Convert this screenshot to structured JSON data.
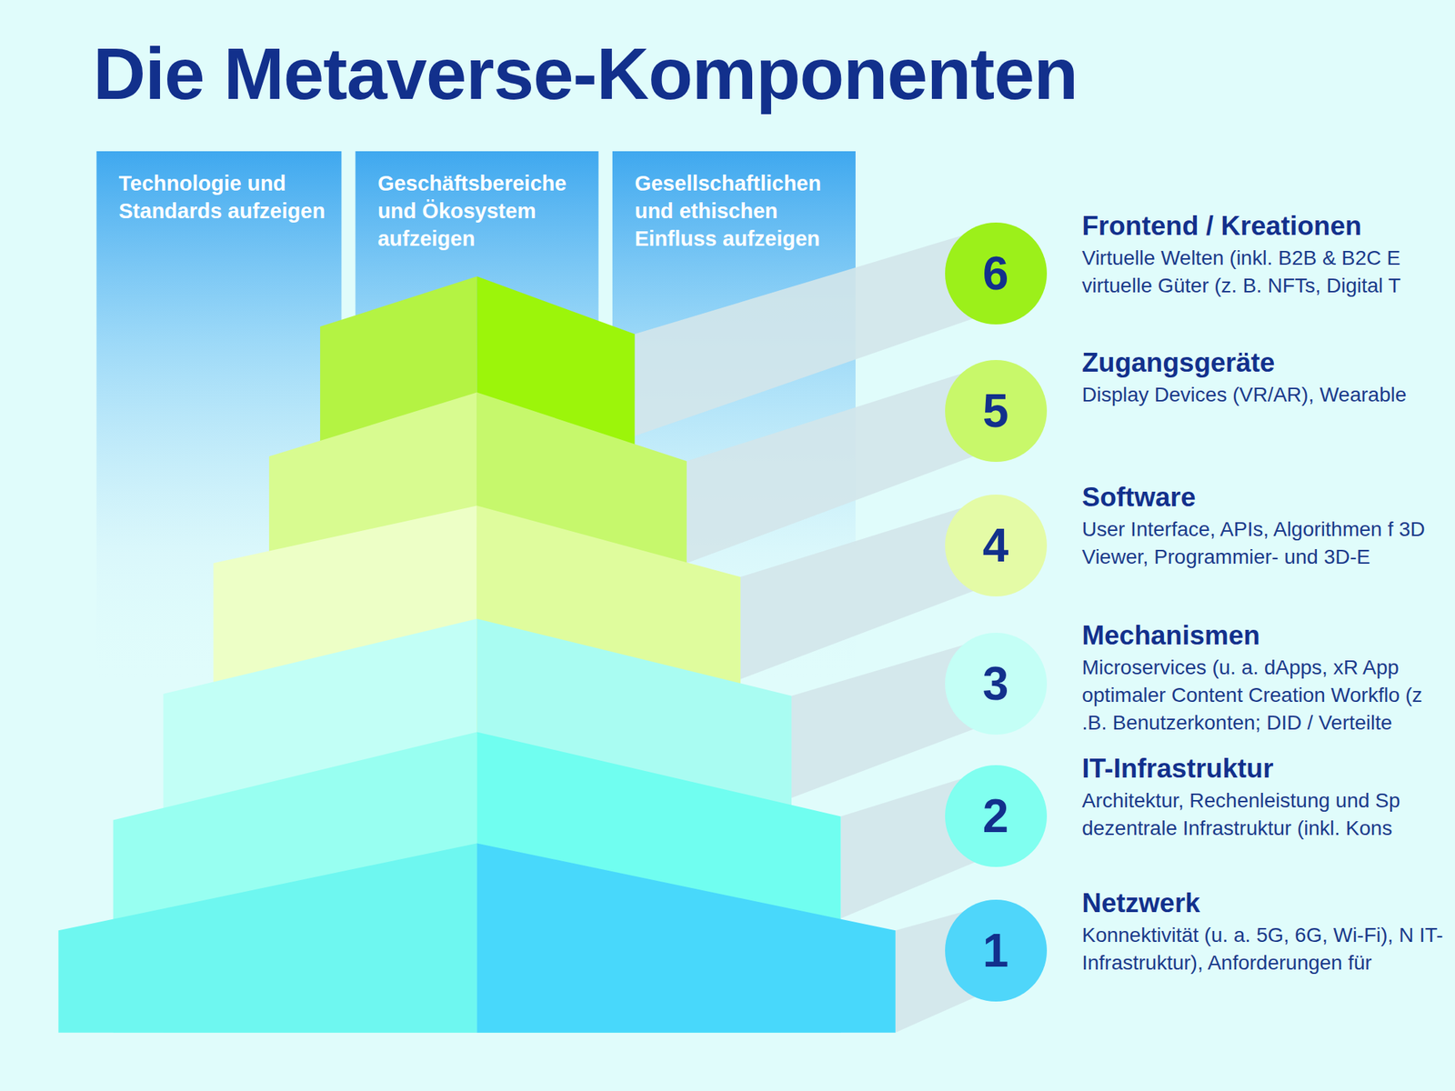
{
  "diagram": {
    "title": "Die Metaverse-Komponenten",
    "nodes": [
      {
        "text": [
          "Technologie und Standards aufzeigen"
        ]
      },
      {
        "text": [
          "Geschäftsbereiche und Ökosystem aufzeigen"
        ]
      },
      {
        "text": [
          "Gesellschaftlichen und ethischen Einfluss aufzeigen"
        ]
      },
      {
        "text": [
          "6",
          "Frontend / Kreationen",
          "Virtuelle Welten (inkl. B2B & B2C E virtuelle Güter (z. B. NFTs, Digital T"
        ]
      },
      {
        "text": [
          "5",
          "Zugangsgeräte",
          "Display Devices (VR/AR), Wearable"
        ]
      },
      {
        "text": [
          "4",
          "Software",
          "User Interface, APIs, Algorithmen f 3D Viewer, Programmier- und 3D-E"
        ]
      },
      {
        "text": [
          "3",
          "Mechanismen",
          "Microservices (u. a. dApps, xR App optimaler Content Creation Workflo (z .B. Benutzerkonten; DID / Verteilte"
        ]
      },
      {
        "text": [
          "2",
          "IT-Infrastruktur",
          "Architektur, Rechenleistung und Sp dezentrale Infrastruktur (inkl. Kons"
        ]
      },
      {
        "text": [
          "1",
          "Netzwerk",
          "Konnektivität (u. a. 5G, 6G, Wi-Fi), N IT-Infrastruktur), Anforderungen für"
        ]
      }
    ]
  }
}
